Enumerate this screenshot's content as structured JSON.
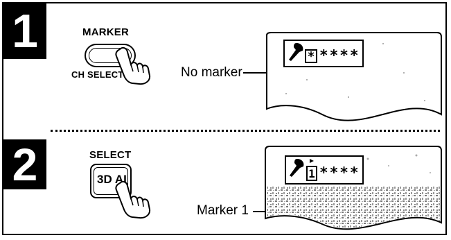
{
  "steps": [
    {
      "number": "1",
      "button_label_top": "MARKER",
      "button_label_bottom": "CH SELECT",
      "callout": "No marker",
      "osd_symbol": "*",
      "osd_stars": "****"
    },
    {
      "number": "2",
      "button_label_top": "SELECT",
      "button_text": "3D AI",
      "callout": "Marker 1",
      "osd_symbol": "1",
      "osd_stars": "****"
    }
  ],
  "icons": [
    "marker-pin-icon",
    "pressing-hand-icon"
  ]
}
